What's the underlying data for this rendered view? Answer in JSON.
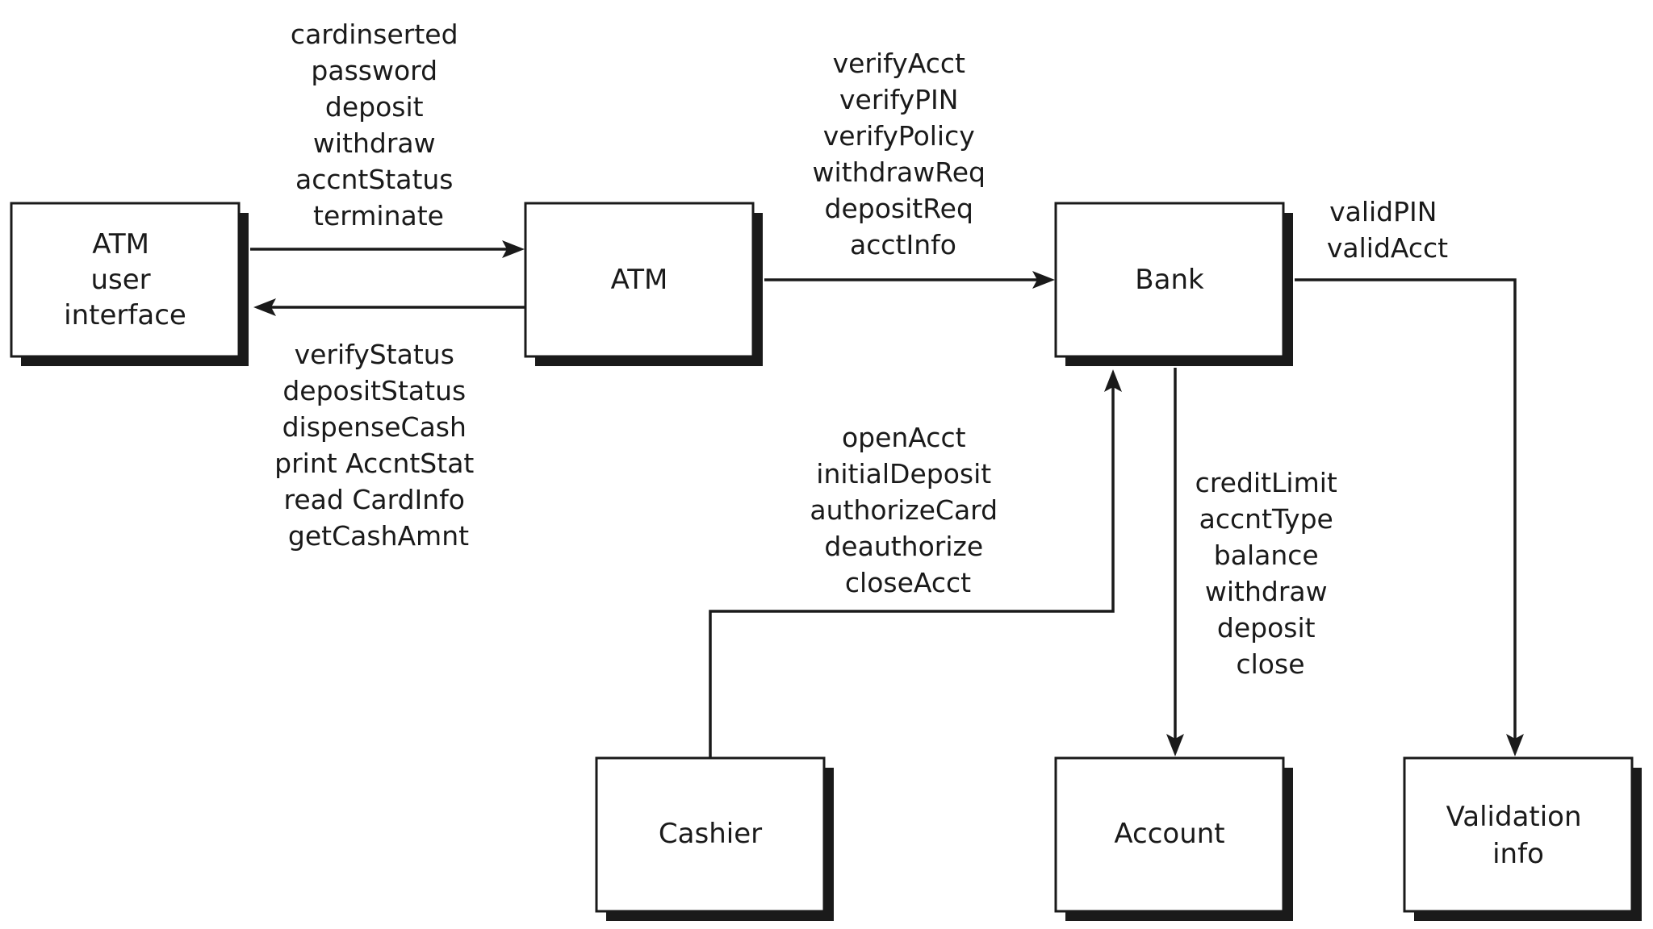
{
  "objects": {
    "atm_ui": [
      "ATM",
      "user",
      "interface"
    ],
    "atm": [
      "ATM"
    ],
    "bank": [
      "Bank"
    ],
    "cashier": [
      "Cashier"
    ],
    "account": [
      "Account"
    ],
    "validation": [
      "Validation",
      "info"
    ]
  },
  "messages": {
    "ui_to_atm": [
      "cardinserted",
      "password",
      "deposit",
      "withdraw",
      "accntStatus",
      "terminate"
    ],
    "atm_to_ui": [
      "verifyStatus",
      "depositStatus",
      "dispenseCash",
      "print AccntStat",
      "read CardInfo",
      "getCashAmnt"
    ],
    "atm_to_bank": [
      "verifyAcct",
      "verifyPIN",
      "verifyPolicy",
      "withdrawReq",
      "depositReq",
      "acctInfo"
    ],
    "bank_to_validation": [
      "validPIN",
      "validAcct"
    ],
    "cashier_to_bank": [
      "openAcct",
      "initialDeposit",
      "authorizeCard",
      "deauthorize",
      "closeAcct"
    ],
    "bank_to_account": [
      "creditLimit",
      "accntType",
      "balance",
      "withdraw",
      "deposit",
      "close"
    ]
  }
}
